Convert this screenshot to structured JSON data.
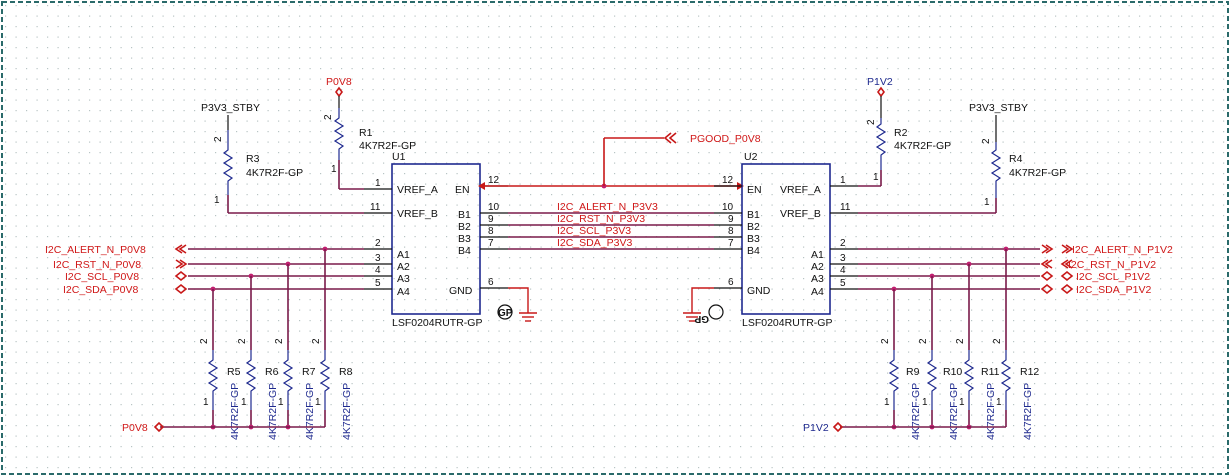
{
  "colors": {
    "net_wire": "#7a1a4a",
    "net_label": "#d01818",
    "part_label": "#1f2a8f",
    "pin_number": "#111111",
    "border": "#2a6a6a",
    "grid_dot": "#b8c4c4",
    "junction": "#c02070"
  },
  "power": {
    "p0v8": "P0V8",
    "p1v2": "P1V2",
    "p3v3_left": "P3V3_STBY",
    "p3v3_right": "P3V3_STBY",
    "p0v8_bottom": "P0V8",
    "p1v2_bottom": "P1V2",
    "pgood": "PGOOD_P0V8"
  },
  "u1": {
    "ref": "U1",
    "part": "LSF0204RUTR-GP",
    "left_pins": [
      {
        "num": "1",
        "name": "VREF_A"
      },
      {
        "num": "11",
        "name": "VREF_B"
      },
      {
        "num": "2",
        "name": "A1"
      },
      {
        "num": "3",
        "name": "A2"
      },
      {
        "num": "4",
        "name": "A3"
      },
      {
        "num": "5",
        "name": "A4"
      }
    ],
    "right_pins": [
      {
        "num": "12",
        "name": "EN"
      },
      {
        "num": "10",
        "name": "B1"
      },
      {
        "num": "9",
        "name": "B2"
      },
      {
        "num": "8",
        "name": "B3"
      },
      {
        "num": "7",
        "name": "B4"
      },
      {
        "num": "6",
        "name": "GND"
      }
    ],
    "gnd_badge": "GP"
  },
  "u2": {
    "ref": "U2",
    "part": "LSF0204RUTR-GP",
    "left_pins": [
      {
        "num": "12",
        "name": "EN"
      },
      {
        "num": "10",
        "name": "B1"
      },
      {
        "num": "9",
        "name": "B2"
      },
      {
        "num": "8",
        "name": "B3"
      },
      {
        "num": "7",
        "name": "B4"
      },
      {
        "num": "6",
        "name": "GND"
      }
    ],
    "right_pins": [
      {
        "num": "1",
        "name": "VREF_A"
      },
      {
        "num": "11",
        "name": "VREF_B"
      },
      {
        "num": "2",
        "name": "A1"
      },
      {
        "num": "3",
        "name": "A2"
      },
      {
        "num": "4",
        "name": "A3"
      },
      {
        "num": "5",
        "name": "A4"
      }
    ],
    "gnd_badge": "GP"
  },
  "mid_nets": [
    "I2C_ALERT_N_P3V3",
    "I2C_RST_N_P3V3",
    "I2C_SCL_P3V3",
    "I2C_SDA_P3V3"
  ],
  "left_nets": [
    "I2C_ALERT_N_P0V8",
    "I2C_RST_N_P0V8",
    "I2C_SCL_P0V8",
    "I2C_SDA_P0V8"
  ],
  "right_nets": [
    "I2C_ALERT_N_P1V2",
    "I2C_RST_N_P1V2",
    "I2C_SCL_P1V2",
    "I2C_SDA_P1V2"
  ],
  "resistors": {
    "r1": {
      "ref": "R1",
      "value": "4K7R2F-GP"
    },
    "r2": {
      "ref": "R2",
      "value": "4K7R2F-GP"
    },
    "r3": {
      "ref": "R3",
      "value": "4K7R2F-GP"
    },
    "r4": {
      "ref": "R4",
      "value": "4K7R2F-GP"
    },
    "pullups_left": [
      {
        "ref": "R5",
        "value": "4K7R2F-GP"
      },
      {
        "ref": "R6",
        "value": "4K7R2F-GP"
      },
      {
        "ref": "R7",
        "value": "4K7R2F-GP"
      },
      {
        "ref": "R8",
        "value": "4K7R2F-GP"
      }
    ],
    "pullups_right": [
      {
        "ref": "R9",
        "value": "4K7R2F-GP"
      },
      {
        "ref": "R10",
        "value": "4K7R2F-GP"
      },
      {
        "ref": "R11",
        "value": "4K7R2F-GP"
      },
      {
        "ref": "R12",
        "value": "4K7R2F-GP"
      }
    ],
    "pin_top": "2",
    "pin_bottom": "1"
  }
}
